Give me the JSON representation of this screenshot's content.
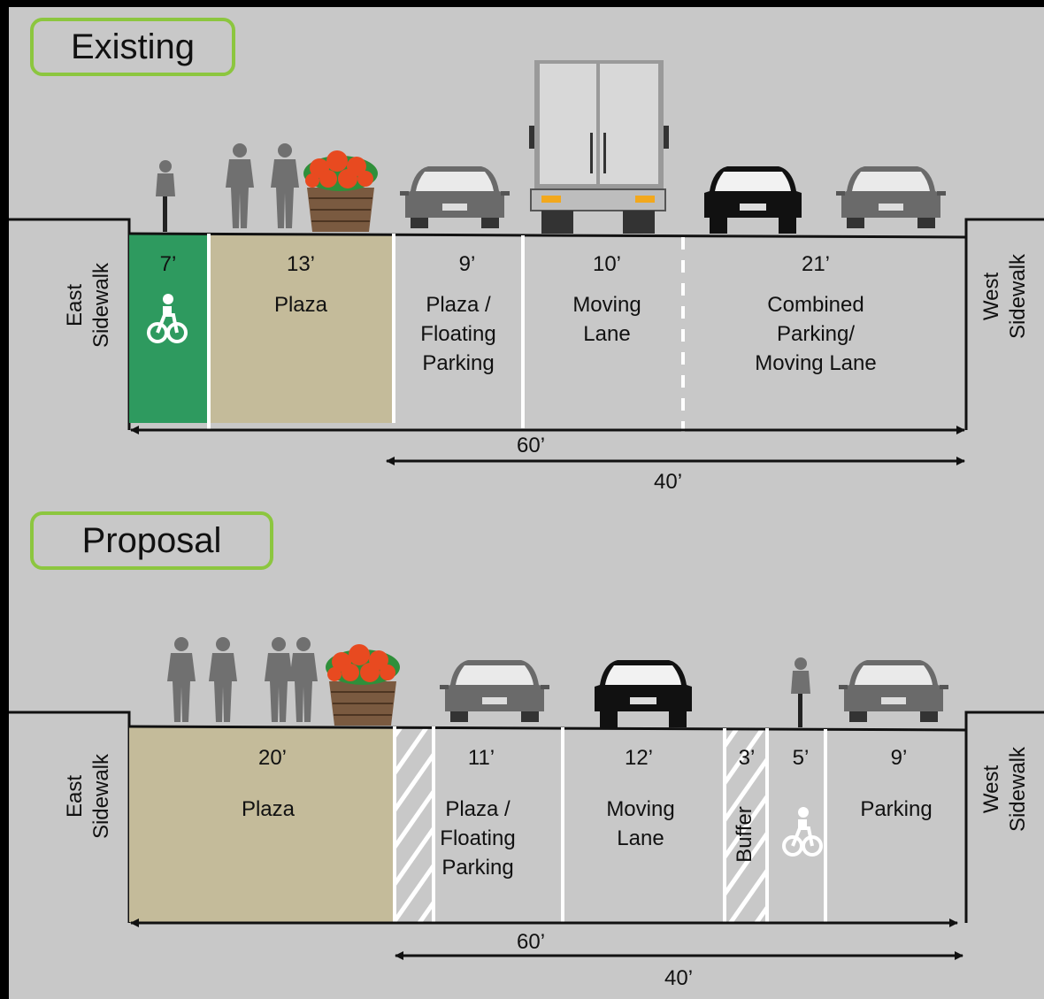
{
  "existing": {
    "title": "Existing",
    "east_sidewalk": "East\nSidewalk",
    "west_sidewalk": "West\nSidewalk",
    "lanes": [
      {
        "width": "7’",
        "label": ""
      },
      {
        "width": "13’",
        "label": "Plaza"
      },
      {
        "width": "9’",
        "label": "Plaza /\nFloating\nParking"
      },
      {
        "width": "10’",
        "label": "Moving\nLane"
      },
      {
        "width": "21’",
        "label": "Combined\nParking/\nMoving Lane"
      }
    ],
    "total_width": "60’",
    "roadway_width": "40’"
  },
  "proposal": {
    "title": "Proposal",
    "east_sidewalk": "East\nSidewalk",
    "west_sidewalk": "West\nSidewalk",
    "lanes": [
      {
        "width": "20’",
        "label": "Plaza"
      },
      {
        "width": "11’",
        "label": "Plaza /\nFloating\nParking"
      },
      {
        "width": "12’",
        "label": "Moving\nLane"
      },
      {
        "width": "3’",
        "label": "Buffer"
      },
      {
        "width": "5’",
        "label": ""
      },
      {
        "width": "9’",
        "label": "Parking"
      }
    ],
    "total_width": "60’",
    "roadway_width": "40’"
  },
  "colors": {
    "background": "#c8c8c8",
    "bike_lane": "#2e9a5f",
    "plaza": "#c4bb9a",
    "title_border": "#8cc63f"
  }
}
